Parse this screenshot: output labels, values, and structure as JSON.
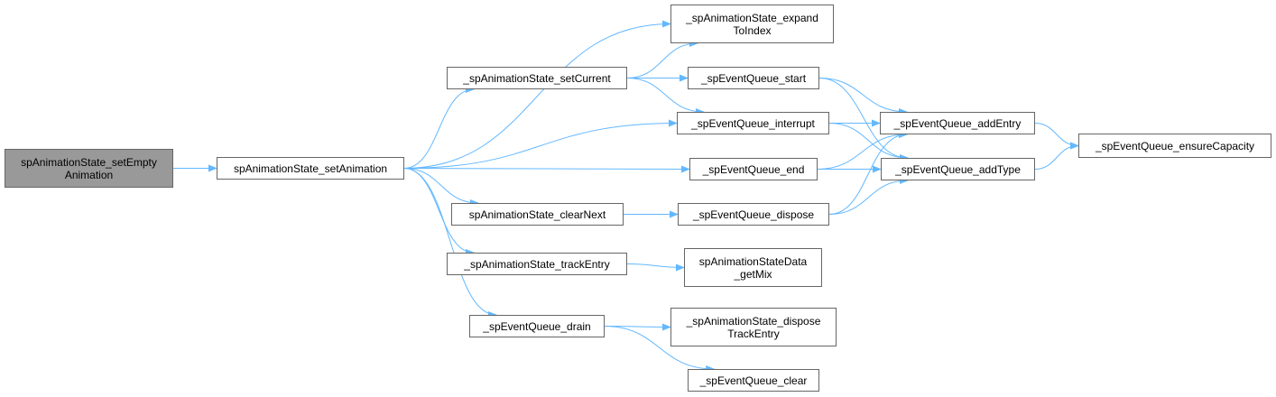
{
  "graph": {
    "edge_color": "#63b8ff",
    "nodes": {
      "root": {
        "lines": [
          "spAnimationState_setEmpty",
          "Animation"
        ]
      },
      "setAnimation": {
        "lines": [
          "spAnimationState_setAnimation"
        ]
      },
      "setCurrent": {
        "lines": [
          "_spAnimationState_setCurrent"
        ]
      },
      "clearNext": {
        "lines": [
          "spAnimationState_clearNext"
        ]
      },
      "trackEntry": {
        "lines": [
          "_spAnimationState_trackEntry"
        ]
      },
      "drain": {
        "lines": [
          "_spEventQueue_drain"
        ]
      },
      "expandToIndex": {
        "lines": [
          "_spAnimationState_expand",
          "ToIndex"
        ]
      },
      "start": {
        "lines": [
          "_spEventQueue_start"
        ]
      },
      "interrupt": {
        "lines": [
          "_spEventQueue_interrupt"
        ]
      },
      "end": {
        "lines": [
          "_spEventQueue_end"
        ]
      },
      "dispose": {
        "lines": [
          "_spEventQueue_dispose"
        ]
      },
      "getMix": {
        "lines": [
          "spAnimationStateData",
          "_getMix"
        ]
      },
      "disposeTrackEntry": {
        "lines": [
          "_spAnimationState_dispose",
          "TrackEntry"
        ]
      },
      "clear": {
        "lines": [
          "_spEventQueue_clear"
        ]
      },
      "addEntry": {
        "lines": [
          "_spEventQueue_addEntry"
        ]
      },
      "addType": {
        "lines": [
          "_spEventQueue_addType"
        ]
      },
      "ensureCapacity": {
        "lines": [
          "_spEventQueue_ensureCapacity"
        ]
      }
    },
    "edges": [
      [
        "root",
        "setAnimation"
      ],
      [
        "setAnimation",
        "expandToIndex"
      ],
      [
        "setAnimation",
        "setCurrent"
      ],
      [
        "setAnimation",
        "interrupt"
      ],
      [
        "setAnimation",
        "end"
      ],
      [
        "setAnimation",
        "clearNext"
      ],
      [
        "setAnimation",
        "trackEntry"
      ],
      [
        "setAnimation",
        "drain"
      ],
      [
        "setCurrent",
        "expandToIndex"
      ],
      [
        "setCurrent",
        "start"
      ],
      [
        "setCurrent",
        "interrupt"
      ],
      [
        "clearNext",
        "dispose"
      ],
      [
        "trackEntry",
        "getMix"
      ],
      [
        "drain",
        "disposeTrackEntry"
      ],
      [
        "drain",
        "clear"
      ],
      [
        "start",
        "addEntry"
      ],
      [
        "start",
        "addType"
      ],
      [
        "interrupt",
        "addEntry"
      ],
      [
        "interrupt",
        "addType"
      ],
      [
        "end",
        "addEntry"
      ],
      [
        "end",
        "addType"
      ],
      [
        "dispose",
        "addEntry"
      ],
      [
        "dispose",
        "addType"
      ],
      [
        "addEntry",
        "ensureCapacity"
      ],
      [
        "addType",
        "ensureCapacity"
      ]
    ]
  }
}
